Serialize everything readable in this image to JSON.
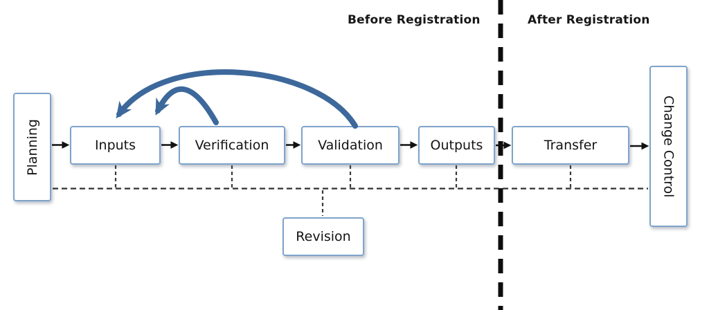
{
  "diagram": {
    "region_labels": {
      "before": "Before Registration",
      "after": "After Registration"
    },
    "nodes": {
      "planning": "Planning",
      "inputs": "Inputs",
      "verification": "Verification",
      "validation": "Validation",
      "outputs": "Outputs",
      "transfer": "Transfer",
      "change_control": "Change Control",
      "revision": "Revision"
    },
    "colors": {
      "box_fill_top": "#cfe0f2",
      "box_fill_highlight": "#e9f2fb",
      "box_fill_bottom": "#b5cde8",
      "box_border": "#7fa3cb",
      "feedback_arrow": "#3d689b",
      "flow_arrow": "#111111",
      "divider": "#0d0d0d",
      "review_dashed_line": "#2f2f2f",
      "background": "#ffffff"
    }
  }
}
